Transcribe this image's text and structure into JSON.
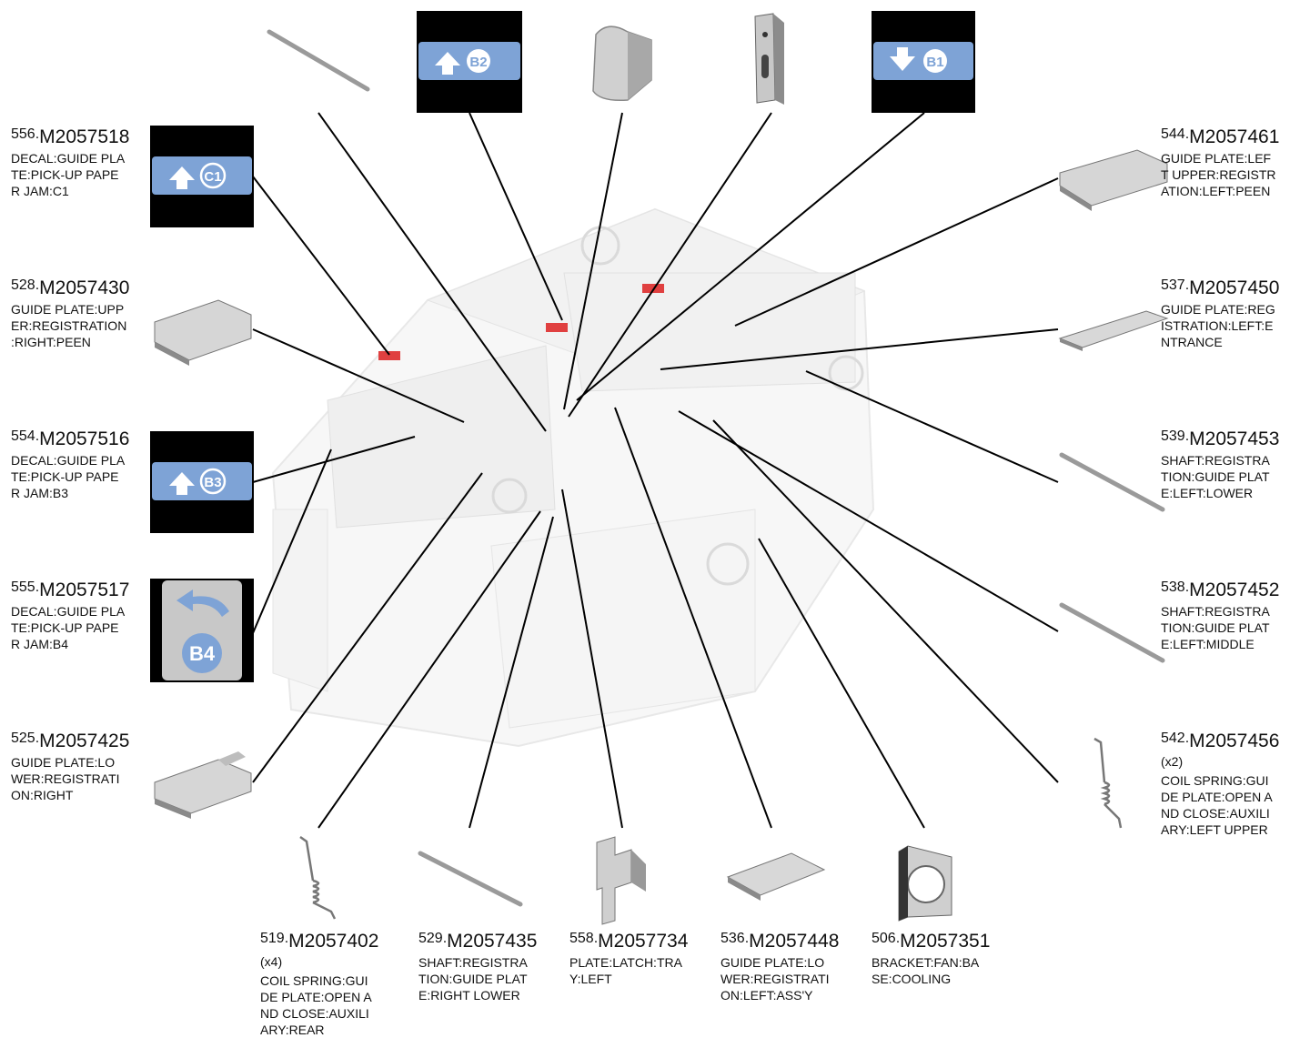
{
  "callouts": [
    {
      "id": "556",
      "num": "556.",
      "code": "M2057518",
      "qty": "",
      "desc": "DECAL:GUIDE PLA\nTE:PICK-UP PAPE\nR JAM:C1"
    },
    {
      "id": "528",
      "num": "528.",
      "code": "M2057430",
      "qty": "",
      "desc": "GUIDE PLATE:UPP\nER:REGISTRATION\n:RIGHT:PEEN"
    },
    {
      "id": "554",
      "num": "554.",
      "code": "M2057516",
      "qty": "",
      "desc": "DECAL:GUIDE PLA\nTE:PICK-UP PAPE\nR JAM:B3"
    },
    {
      "id": "555",
      "num": "555.",
      "code": "M2057517",
      "qty": "",
      "desc": "DECAL:GUIDE PLA\nTE:PICK-UP PAPE\nR JAM:B4"
    },
    {
      "id": "525",
      "num": "525.",
      "code": "M2057425",
      "qty": "",
      "desc": "GUIDE PLATE:LO\nWER:REGISTRATI\nON:RIGHT"
    },
    {
      "id": "544",
      "num": "544.",
      "code": "M2057461",
      "qty": "",
      "desc": "GUIDE PLATE:LEF\nT UPPER:REGISTR\nATION:LEFT:PEEN"
    },
    {
      "id": "537",
      "num": "537.",
      "code": "M2057450",
      "qty": "",
      "desc": "GUIDE PLATE:REG\nISTRATION:LEFT:E\nNTRANCE"
    },
    {
      "id": "539",
      "num": "539.",
      "code": "M2057453",
      "qty": "",
      "desc": "SHAFT:REGISTRA\nTION:GUIDE PLAT\nE:LEFT:LOWER"
    },
    {
      "id": "538",
      "num": "538.",
      "code": "M2057452",
      "qty": "",
      "desc": "SHAFT:REGISTRA\nTION:GUIDE PLAT\nE:LEFT:MIDDLE"
    },
    {
      "id": "542",
      "num": "542.",
      "code": "M2057456",
      "qty": "(x2)",
      "desc": "COIL SPRING:GUI\nDE PLATE:OPEN A\nND CLOSE:AUXILI\nARY:LEFT UPPER"
    },
    {
      "id": "519",
      "num": "519.",
      "code": "M2057402",
      "qty": "(x4)",
      "desc": "COIL SPRING:GUI\nDE PLATE:OPEN A\nND CLOSE:AUXILI\nARY:REAR"
    },
    {
      "id": "529",
      "num": "529.",
      "code": "M2057435",
      "qty": "",
      "desc": "SHAFT:REGISTRA\nTION:GUIDE PLAT\nE:RIGHT LOWER"
    },
    {
      "id": "558",
      "num": "558.",
      "code": "M2057734",
      "qty": "",
      "desc": "PLATE:LATCH:TRA\nY:LEFT"
    },
    {
      "id": "536",
      "num": "536.",
      "code": "M2057448",
      "qty": "",
      "desc": "GUIDE PLATE:LO\nWER:REGISTRATI\nON:LEFT:ASS'Y"
    },
    {
      "id": "506",
      "num": "506.",
      "code": "M2057351",
      "qty": "",
      "desc": "BRACKET:FAN:BA\nSE:COOLING"
    }
  ],
  "decals": [
    {
      "id": "B2",
      "label": "B2",
      "arrow": "up-arrow-icon"
    },
    {
      "id": "B1",
      "label": "B1",
      "arrow": "down-arrow-icon"
    },
    {
      "id": "C1",
      "label": "C1",
      "arrow": "up-arrow-icon"
    },
    {
      "id": "B3",
      "label": "B3",
      "arrow": "up-arrow-icon"
    },
    {
      "id": "B4",
      "label": "B4",
      "arrow": "curved-left-arrow-icon"
    }
  ],
  "colors": {
    "decal_blue": "#7ea3d6",
    "decal_black": "#000000",
    "line": "#000000",
    "part_gray": "#c8c8c8",
    "accent_red": "#e04040"
  }
}
